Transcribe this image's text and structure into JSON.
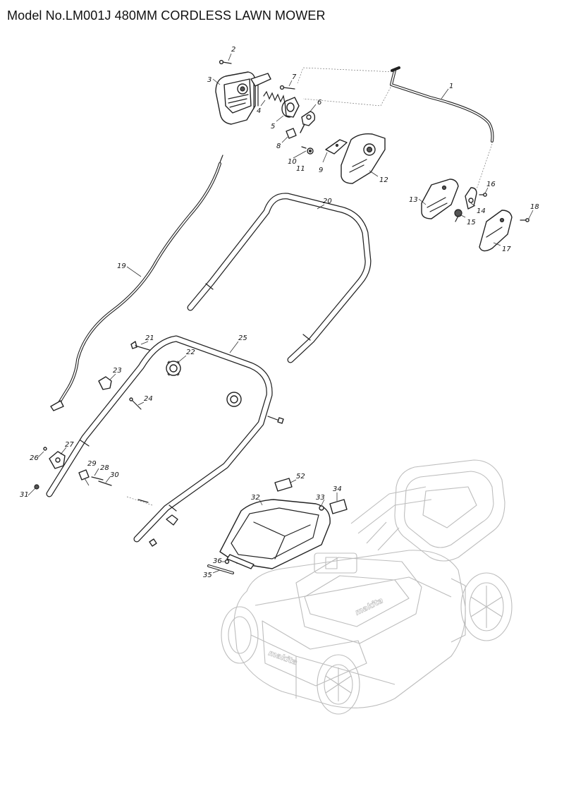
{
  "title": "Model No.LM001J 480MM CORDLESS LAWN MOWER",
  "brand_label": "makita",
  "parts": [
    {
      "id": "1"
    },
    {
      "id": "2"
    },
    {
      "id": "3"
    },
    {
      "id": "4"
    },
    {
      "id": "5"
    },
    {
      "id": "6"
    },
    {
      "id": "7"
    },
    {
      "id": "8"
    },
    {
      "id": "9"
    },
    {
      "id": "10"
    },
    {
      "id": "11"
    },
    {
      "id": "12"
    },
    {
      "id": "13"
    },
    {
      "id": "14"
    },
    {
      "id": "15"
    },
    {
      "id": "16"
    },
    {
      "id": "17"
    },
    {
      "id": "18"
    },
    {
      "id": "19"
    },
    {
      "id": "20"
    },
    {
      "id": "21"
    },
    {
      "id": "22"
    },
    {
      "id": "23"
    },
    {
      "id": "24"
    },
    {
      "id": "25"
    },
    {
      "id": "26"
    },
    {
      "id": "27"
    },
    {
      "id": "28"
    },
    {
      "id": "29"
    },
    {
      "id": "30"
    },
    {
      "id": "31"
    },
    {
      "id": "32"
    },
    {
      "id": "33"
    },
    {
      "id": "34"
    },
    {
      "id": "35"
    },
    {
      "id": "36"
    },
    {
      "id": "52"
    }
  ]
}
